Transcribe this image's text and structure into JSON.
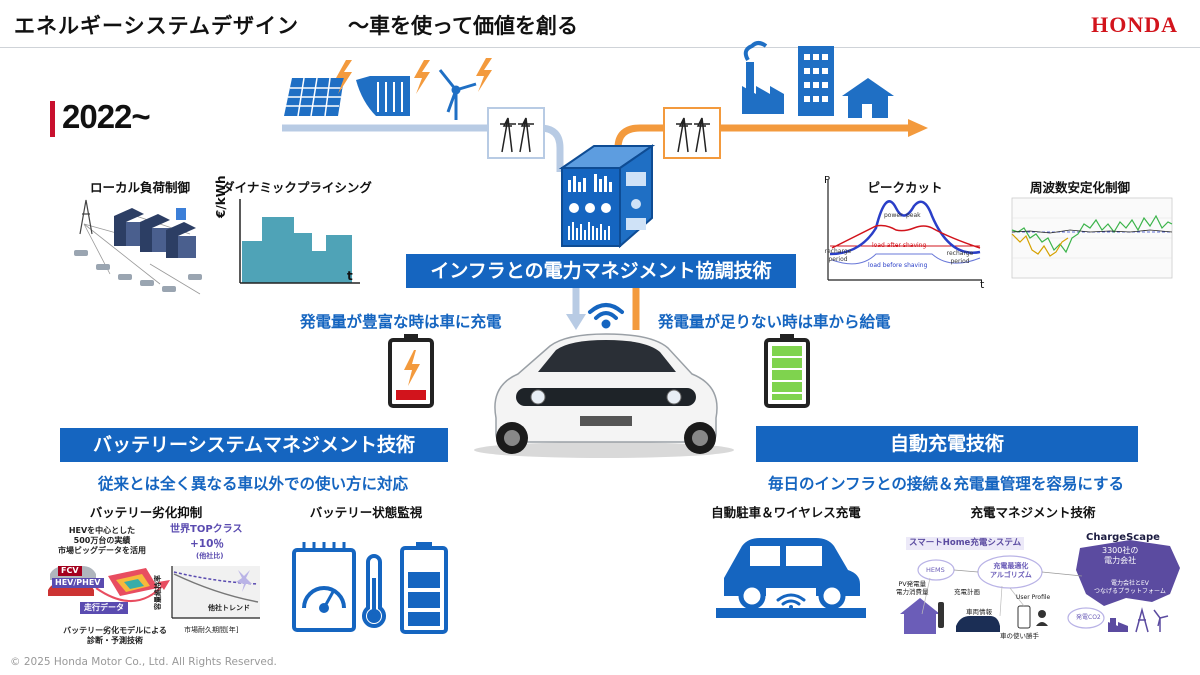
{
  "header": {
    "title": "エネルギーシステムデザイン",
    "subtitle": "～車を使って価値を創る",
    "logo": "HONDA"
  },
  "year": "2022~",
  "left_top": {
    "local_load": "ローカル負荷制御",
    "dynamic_pricing": "ダイナミックプライシング",
    "pricing_ylabel": "€/kWh",
    "pricing_xlabel": "t"
  },
  "right_top": {
    "peak_cut": "ピークカット",
    "peak_ylabel": "P",
    "peak_xlabel": "t",
    "peak_notes": {
      "recharge_period": "recharge period",
      "power": "power",
      "peak": "peak",
      "load_after": "load after shaving",
      "load_before": "load before shaving"
    },
    "freq_control": "周波数安定化制御"
  },
  "center": {
    "infra_banner": "インフラとの電力マネジメント協調技術",
    "charge_left": "発電量が豊富な時は車に充電",
    "discharge_right": "発電量が足りない時は車から給電"
  },
  "battery_mgmt": {
    "banner": "バッテリーシステムマネジメント技術",
    "subtext": "従来とは全く異なる車以外での使い方に対応",
    "degradation": "バッテリー劣化抑制",
    "monitoring": "バッテリー状態監視",
    "hev_note": [
      "HEVを中心とした",
      "500万台の実績",
      "市場ビッグデータを活用"
    ],
    "world_top": "世界TOPクラス",
    "plus10": "+10％",
    "vs_others": "(他社比)",
    "fcv": "FCV",
    "hev_phev": "HEV/PHEV",
    "driving_data": "走行データ",
    "model_note": [
      "バッテリー劣化モデルによる",
      "診断・予測技術"
    ],
    "capacity_axis": "容量維持率",
    "market_axis": "市場耐久期間[年]",
    "competitor_trend": "他社トレンド"
  },
  "auto_charge": {
    "banner": "自動充電技術",
    "subtext": "毎日のインフラとの接続＆充電量管理を容易にする",
    "parking": "自動駐車＆ワイヤレス充電",
    "charge_mgmt": "充電マネジメント技術",
    "smart_home": "スマートHome充電システム",
    "charge_scape": "ChargeScape",
    "utilities": [
      "3300社の",
      "電力会社"
    ],
    "hems": "HEMS",
    "optim": [
      "充電最適化",
      "アルゴリズム"
    ],
    "pv": [
      "PV発電量",
      "電力消費量"
    ],
    "plan": "充電計画",
    "vehicle_info": "車両情報",
    "user_profile": "User Profile",
    "usage": "車の使い勝手",
    "ev_platform": [
      "電力会社とEV",
      "つなげるプラットフォーム"
    ],
    "co2": "発電CO2"
  },
  "footer": "© 2025 Honda Motor Co., Ltd. All Rights Reserved.",
  "colors": {
    "brand_blue": "#1565c0",
    "arrow_blue": "#b8cbe4",
    "arrow_orange": "#f39a3d",
    "honda_red": "#d2141c"
  }
}
